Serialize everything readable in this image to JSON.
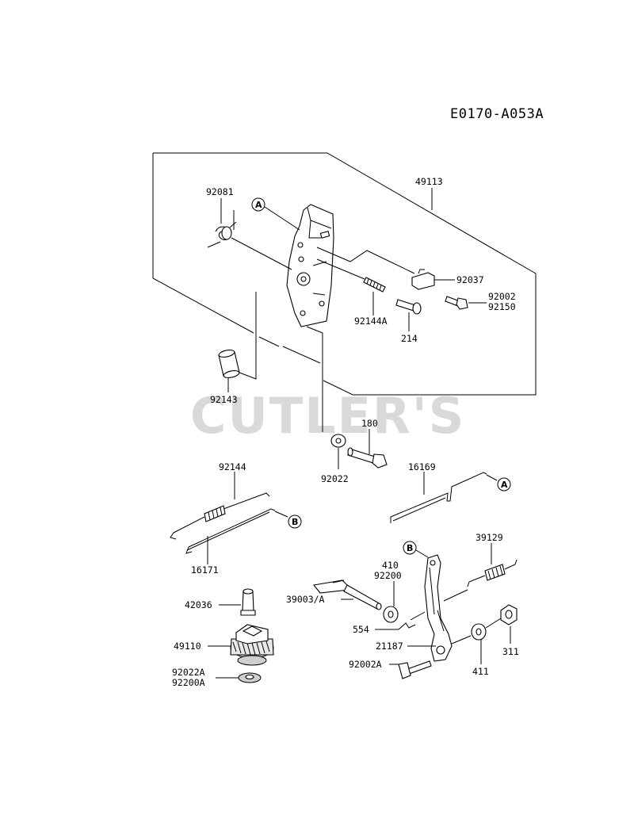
{
  "diagram_code": "E0170-A053A",
  "watermark": "CUTLER'S",
  "callouts": {
    "a": "A",
    "b": "B"
  },
  "parts": [
    {
      "id": "49113",
      "label": "49113"
    },
    {
      "id": "92081",
      "label": "92081"
    },
    {
      "id": "92037",
      "label": "92037"
    },
    {
      "id": "92002",
      "label": "92002"
    },
    {
      "id": "92150",
      "label": "92150"
    },
    {
      "id": "92144A",
      "label": "92144A"
    },
    {
      "id": "214",
      "label": "214"
    },
    {
      "id": "92143",
      "label": "92143"
    },
    {
      "id": "180",
      "label": "180"
    },
    {
      "id": "92022",
      "label": "92022"
    },
    {
      "id": "92144",
      "label": "92144"
    },
    {
      "id": "16169",
      "label": "16169"
    },
    {
      "id": "16171",
      "label": "16171"
    },
    {
      "id": "39129",
      "label": "39129"
    },
    {
      "id": "410",
      "label": "410"
    },
    {
      "id": "92200",
      "label": "92200"
    },
    {
      "id": "42036",
      "label": "42036"
    },
    {
      "id": "39003A",
      "label": "39003/A"
    },
    {
      "id": "554",
      "label": "554"
    },
    {
      "id": "49110",
      "label": "49110"
    },
    {
      "id": "21187",
      "label": "21187"
    },
    {
      "id": "311",
      "label": "311"
    },
    {
      "id": "92002A",
      "label": "92002A"
    },
    {
      "id": "411",
      "label": "411"
    },
    {
      "id": "92022A",
      "label": "92022A"
    },
    {
      "id": "92200A",
      "label": "92200A"
    }
  ]
}
